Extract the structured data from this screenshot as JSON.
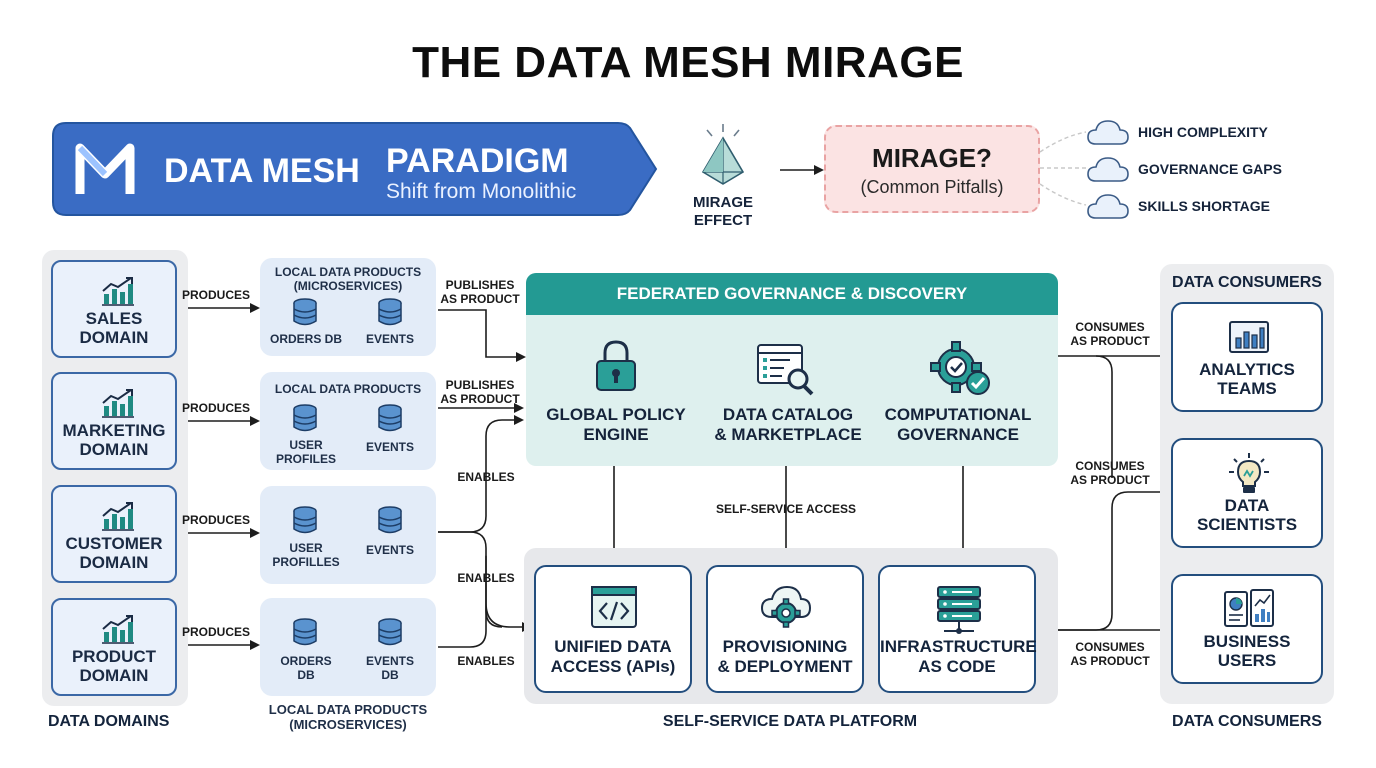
{
  "title": "THE DATA MESH MIRAGE",
  "paradigm": {
    "title": "DATA MESH",
    "title2": "PARADIGM",
    "subtitle": "Shift from Monolithic",
    "logo_icon": "m-logo-icon"
  },
  "mirage_effect": {
    "label1": "MIRAGE",
    "label2": "EFFECT",
    "icon": "prism-icon"
  },
  "mirage": {
    "title": "MIRAGE?",
    "subtitle": "(Common Pitfalls)"
  },
  "pitfalls": [
    "HIGH COMPLEXITY",
    "GOVERNANCE GAPS",
    "SKILLS SHORTAGE"
  ],
  "domains": {
    "items": [
      {
        "line1": "SALES",
        "line2": "DOMAIN",
        "edge": "PRODUCES"
      },
      {
        "line1": "MARKETING",
        "line2": "DOMAIN",
        "edge": "PRODUCES"
      },
      {
        "line1": "CUSTOMER",
        "line2": "DOMAIN",
        "edge": "PRODUCES"
      },
      {
        "line1": "PRODUCT",
        "line2": "DOMAIN",
        "edge": "PRODUCES"
      }
    ],
    "footer": "DATA DOMAINS"
  },
  "products": [
    {
      "header1": "LOCAL DATA PRODUCTS",
      "header2": "(MICROSERVICES)",
      "db1": "ORDERS DB",
      "db1b": "",
      "db2": "EVENTS",
      "db2b": ""
    },
    {
      "header1": "LOCAL DATA PRODUCTS",
      "header2": "",
      "db1": "USER",
      "db1b": "PROFILES",
      "db2": "EVENTS",
      "db2b": ""
    },
    {
      "header1": "",
      "header2": "",
      "db1": "USER",
      "db1b": "PROFILLES",
      "db2": "EVENTS",
      "db2b": ""
    },
    {
      "header1": "",
      "header2": "",
      "db1": "ORDERS",
      "db1b": "DB",
      "db2": "EVENTS",
      "db2b": "DB"
    }
  ],
  "products_footer": {
    "line1": "LOCAL DATA PRODUCTS",
    "line2": "(MICROSERVICES)"
  },
  "edges": {
    "publishes1": {
      "l1": "PUBLISHES",
      "l2": "AS PRODUCT"
    },
    "publishes2": {
      "l1": "PUBLISHES",
      "l2": "AS PRODUCT"
    },
    "enables1": "ENABLES",
    "enables2": "ENABLES",
    "enables3": "ENABLES",
    "self_service": "SELF-SERVICE ACCESS",
    "consumes1": {
      "l1": "CONSUMES",
      "l2": "AS PRODUCT"
    },
    "consumes2": {
      "l1": "CONSUMES",
      "l2": "AS PRODUCT"
    },
    "consumes3": {
      "l1": "CONSUMES",
      "l2": "AS PRODUCT"
    }
  },
  "governance": {
    "header": "FEDERATED GOVERNANCE & DISCOVERY",
    "items": [
      {
        "l1": "GLOBAL POLICY",
        "l2": "ENGINE",
        "icon": "lock-icon"
      },
      {
        "l1": "DATA CATALOG",
        "l2": "& MARKETPLACE",
        "icon": "catalog-search-icon"
      },
      {
        "l1": "COMPUTATIONAL",
        "l2": "GOVERNANCE",
        "icon": "gear-check-icon"
      }
    ]
  },
  "platform": {
    "footer": "SELF-SERVICE DATA PLATFORM",
    "items": [
      {
        "l1": "UNIFIED DATA",
        "l2": "ACCESS (APIs)",
        "icon": "code-window-icon"
      },
      {
        "l1": "PROVISIONING",
        "l2": "& DEPLOYMENT",
        "icon": "cloud-gear-icon"
      },
      {
        "l1": "INFRASTRUCTURE",
        "l2": "AS CODE",
        "icon": "server-stack-icon"
      }
    ]
  },
  "consumers": {
    "header": "DATA CONSUMERS",
    "footer": "DATA CONSUMERS",
    "items": [
      {
        "l1": "ANALYTICS",
        "l2": "TEAMS",
        "icon": "dashboard-icon"
      },
      {
        "l1": "DATA",
        "l2": "SCIENTISTS",
        "icon": "lightbulb-icon"
      },
      {
        "l1": "BUSINESS",
        "l2": "USERS",
        "icon": "report-icon"
      }
    ]
  },
  "colors": {
    "blue": "#3a6cc4",
    "teal": "#239a93",
    "navy": "#234e7e",
    "pink": "#fbe3e3"
  }
}
